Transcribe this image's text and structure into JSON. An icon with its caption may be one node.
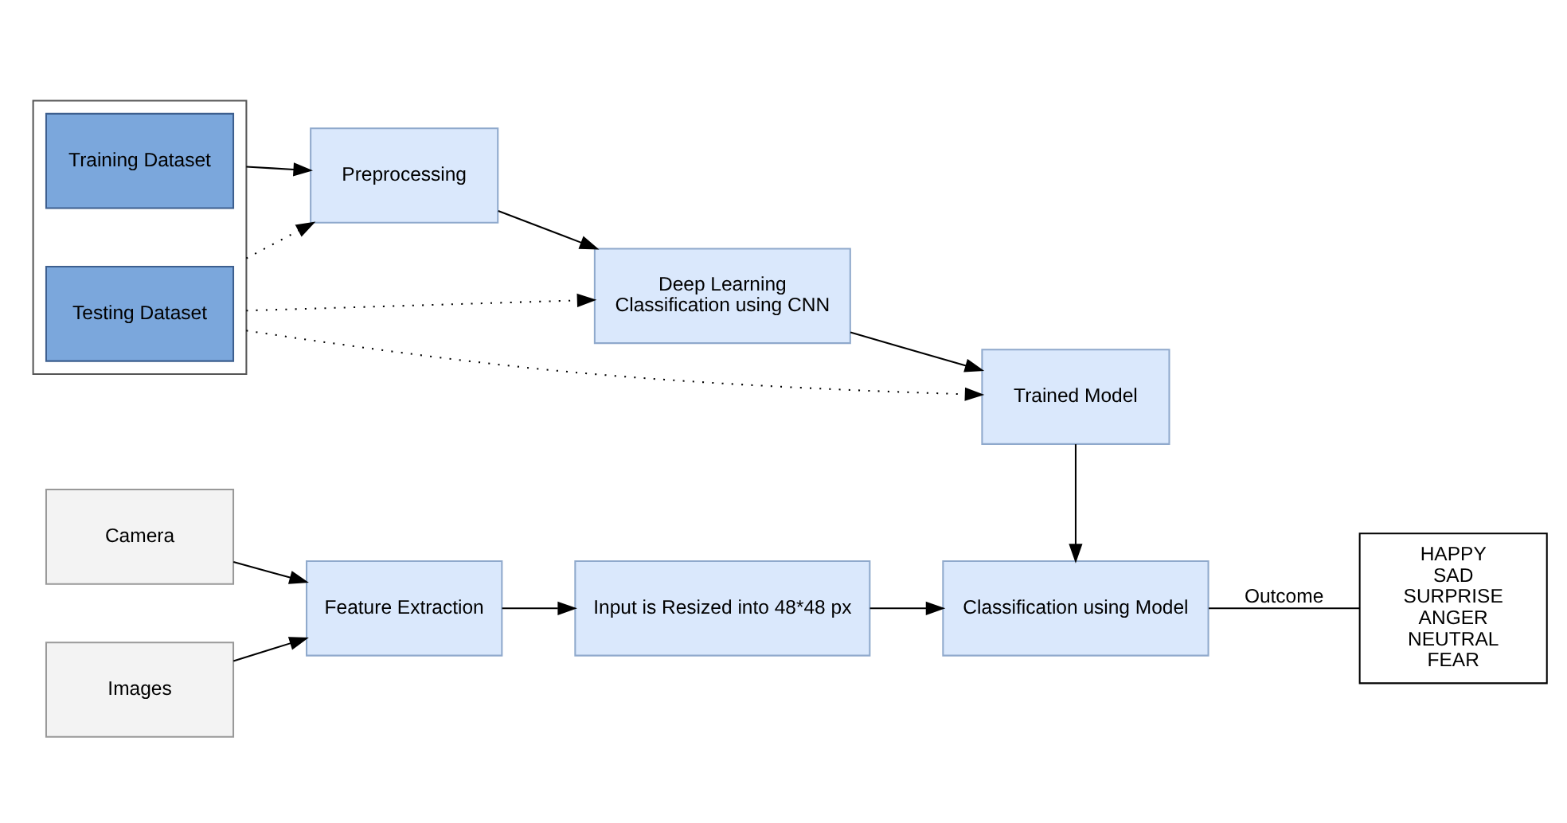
{
  "diagram": {
    "nodes": [
      {
        "text": [],
        "shape": "box"
      },
      {
        "text": [
          "Training Dataset"
        ],
        "in": 0
      },
      {
        "text": [
          "Testing Dataset"
        ],
        "in": 0
      },
      {
        "text": [
          "Preprocessing"
        ]
      },
      {
        "text": [
          "Deep Learning",
          "Classification using CNN"
        ]
      },
      {
        "text": [
          "Trained Model"
        ]
      },
      {
        "text": [
          "Camera"
        ]
      },
      {
        "text": [
          "Images"
        ]
      },
      {
        "text": [
          "Feature Extraction"
        ]
      },
      {
        "text": [
          "Input is Resized into 48*48 px"
        ]
      },
      {
        "text": [
          "Classification using Model"
        ]
      },
      {
        "text": [
          "HAPPY",
          "SAD",
          "SURPRISE",
          "ANGER",
          "NEUTRAL",
          "FEAR"
        ]
      }
    ],
    "edges": [
      {
        "from": 0,
        "to": 3,
        "arrow": "to"
      },
      {
        "from": 3,
        "to": 4,
        "arrow": "to"
      },
      {
        "from": 4,
        "to": 5,
        "arrow": "to"
      },
      {
        "from": 0,
        "to": 3,
        "arrow": "to",
        "style": "dashed"
      },
      {
        "from": 0,
        "to": 4,
        "arrow": "to",
        "style": "dashed"
      },
      {
        "from": 0,
        "to": 5,
        "arrow": "to",
        "style": "dashed"
      },
      {
        "from": 5,
        "to": 10,
        "arrow": "to"
      },
      {
        "from": 6,
        "to": 8,
        "arrow": "to"
      },
      {
        "from": 7,
        "to": 8,
        "arrow": "to"
      },
      {
        "from": 8,
        "to": 9,
        "arrow": "to"
      },
      {
        "from": 9,
        "to": 10,
        "arrow": "to"
      },
      {
        "from": 10,
        "to": 11,
        "arrow": "none",
        "label": "Outcome"
      }
    ]
  }
}
